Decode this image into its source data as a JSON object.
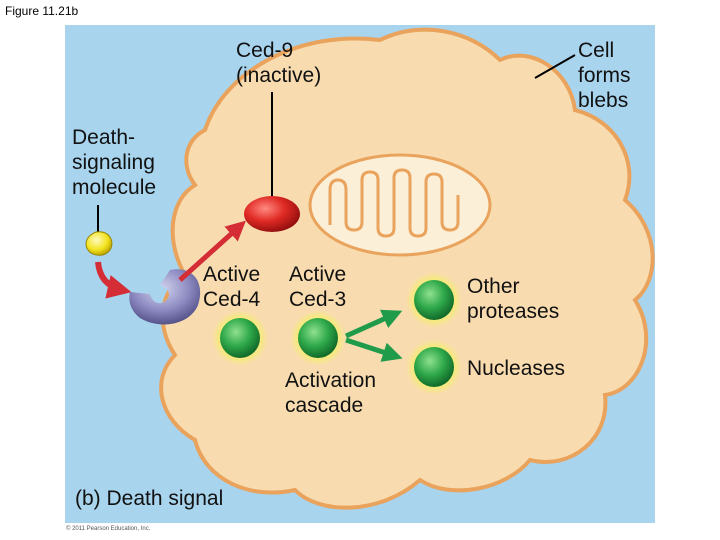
{
  "figure_label": "Figure 11.21b",
  "labels": {
    "ced9": [
      "Ced-9",
      "(inactive)"
    ],
    "blebs": [
      "Cell",
      "forms",
      "blebs"
    ],
    "death_molecule": [
      "Death-",
      "signaling",
      "molecule"
    ],
    "ced4": [
      "Active",
      "Ced-4"
    ],
    "ced3": [
      "Active",
      "Ced-3"
    ],
    "other_proteases": [
      "Other",
      "proteases"
    ],
    "nucleases": "Nucleases",
    "cascade": [
      "Activation",
      "cascade"
    ],
    "panel_title": "(b) Death signal"
  },
  "copyright": "© 2011 Pearson Education, Inc.",
  "colors": {
    "panel_bg": "#a8d4ee",
    "cell_fill": "#f8dcb0",
    "cell_outline": "#e9a35c",
    "mito_fill": "#fbefd8",
    "ced9_red": "#d41f1f",
    "death_molecule_yellow": "#f3e41f",
    "receptor_purple": "#8e8cc2",
    "active_green": "#2ea84a",
    "glow_yellow": "#f4f25a",
    "arrow_red": "#d42d36",
    "arrow_green": "#1f9b4a"
  }
}
